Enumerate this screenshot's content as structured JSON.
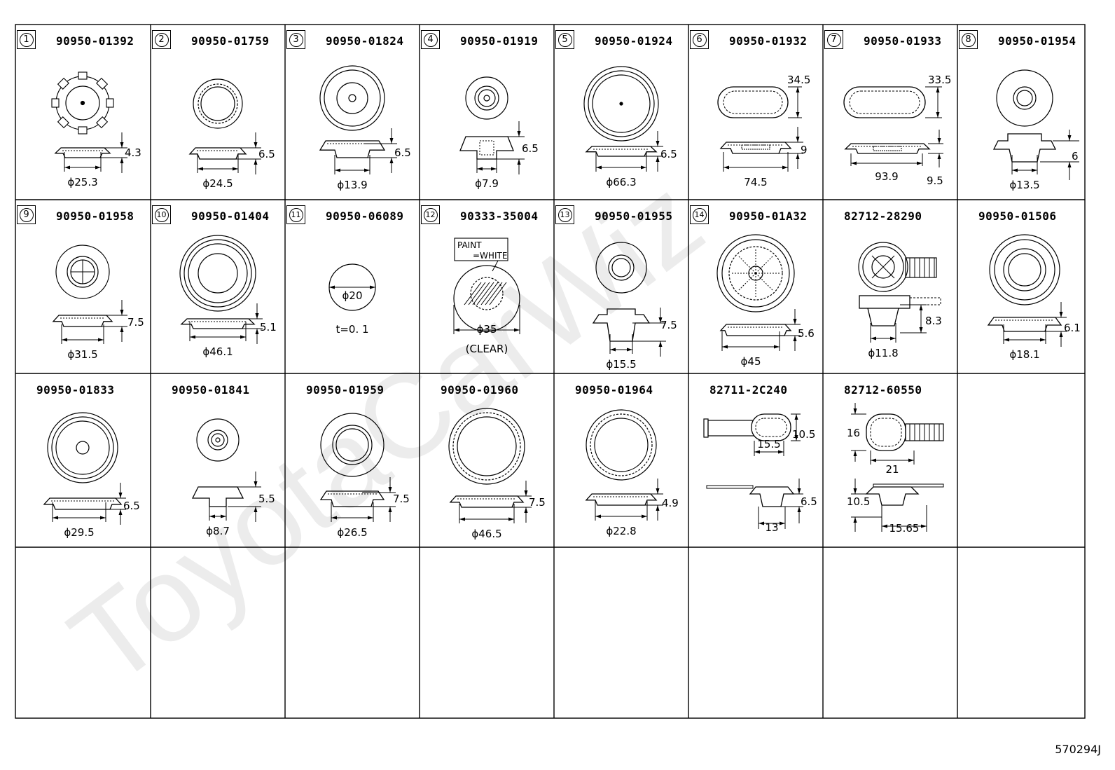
{
  "catalog_code": "570294J",
  "watermark": "ToyotaCarWiz",
  "cells": [
    {
      "part_number": "90950-01392",
      "index": "1",
      "dims": [
        "4.3",
        "ϕ25.3"
      ]
    },
    {
      "part_number": "90950-01759",
      "index": "2",
      "dims": [
        "6.5",
        "ϕ24.5"
      ]
    },
    {
      "part_number": "90950-01824",
      "index": "3",
      "dims": [
        "6.5",
        "ϕ13.9"
      ]
    },
    {
      "part_number": "90950-01919",
      "index": "4",
      "dims": [
        "6.5",
        "ϕ7.9"
      ]
    },
    {
      "part_number": "90950-01924",
      "index": "5",
      "dims": [
        "6.5",
        "ϕ66.3"
      ]
    },
    {
      "part_number": "90950-01932",
      "index": "6",
      "dims": [
        "34.5",
        "9",
        "74.5"
      ]
    },
    {
      "part_number": "90950-01933",
      "index": "7",
      "dims": [
        "33.5",
        "9.5",
        "93.9"
      ]
    },
    {
      "part_number": "90950-01954",
      "index": "8",
      "dims": [
        "6",
        "ϕ13.5"
      ]
    },
    {
      "part_number": "90950-01958",
      "index": "9",
      "dims": [
        "7.5",
        "ϕ31.5"
      ]
    },
    {
      "part_number": "90950-01404",
      "index": "10",
      "dims": [
        "5.1",
        "ϕ46.1"
      ]
    },
    {
      "part_number": "90950-06089",
      "index": "11",
      "dims": [
        "ϕ20",
        "t=0. 1"
      ]
    },
    {
      "part_number": "90333-35004",
      "index": "12",
      "dims": [
        "PAINT",
        "=WHITE",
        "ϕ35",
        "(CLEAR)"
      ]
    },
    {
      "part_number": "90950-01955",
      "index": "13",
      "dims": [
        "7.5",
        "ϕ15.5"
      ]
    },
    {
      "part_number": "90950-01A32",
      "index": "14",
      "dims": [
        "5.6",
        "ϕ45"
      ]
    },
    {
      "part_number": "82712-28290",
      "index": "",
      "dims": [
        "8.3",
        "ϕ11.8"
      ]
    },
    {
      "part_number": "90950-01506",
      "index": "",
      "dims": [
        "6.1",
        "ϕ18.1"
      ]
    },
    {
      "part_number": "90950-01833",
      "index": "",
      "dims": [
        "6.5",
        "ϕ29.5"
      ]
    },
    {
      "part_number": "90950-01841",
      "index": "",
      "dims": [
        "5.5",
        "ϕ8.7"
      ]
    },
    {
      "part_number": "90950-01959",
      "index": "",
      "dims": [
        "7.5",
        "ϕ26.5"
      ]
    },
    {
      "part_number": "90950-01960",
      "index": "",
      "dims": [
        "7.5",
        "ϕ46.5"
      ]
    },
    {
      "part_number": "90950-01964",
      "index": "",
      "dims": [
        "4.9",
        "ϕ22.8"
      ]
    },
    {
      "part_number": "82711-2C240",
      "index": "",
      "dims": [
        "10.5",
        "15.5",
        "6.5",
        "13"
      ]
    },
    {
      "part_number": "82712-60550",
      "index": "",
      "dims": [
        "16",
        "21",
        "10.5",
        "15.65"
      ]
    }
  ]
}
